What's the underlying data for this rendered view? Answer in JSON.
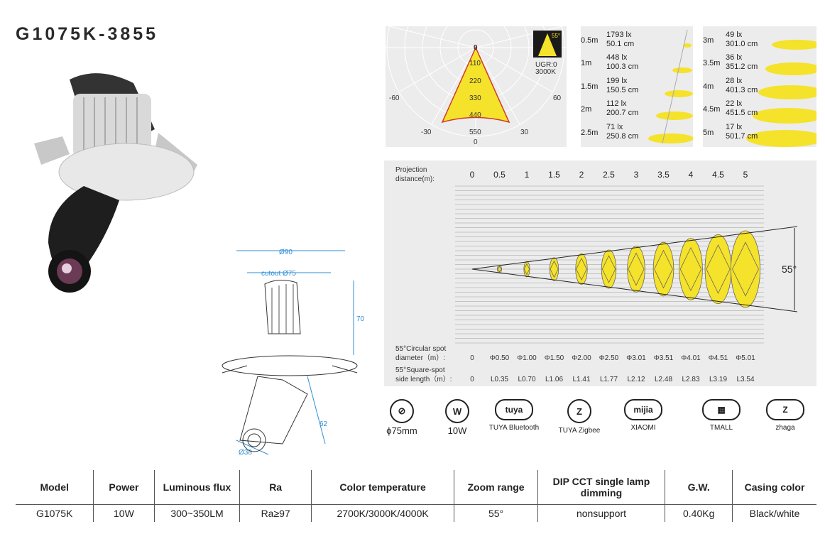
{
  "title": "G1075K-3855",
  "polar": {
    "beam_angle": "55°",
    "ugr": "UGR:0",
    "cct": "3000K",
    "rings": [
      "0",
      "110",
      "220",
      "330",
      "440",
      "550"
    ],
    "bottom_zero": "0",
    "angles": {
      "left60": "-60",
      "right60": "60",
      "left30": "-30",
      "right30": "30"
    }
  },
  "illuminance": [
    {
      "dist": "0.5m",
      "lx": "1793 lx",
      "cm": "50.1 cm"
    },
    {
      "dist": "1m",
      "lx": "448 lx",
      "cm": "100.3 cm"
    },
    {
      "dist": "1.5m",
      "lx": "199 lx",
      "cm": "150.5 cm"
    },
    {
      "dist": "2m",
      "lx": "112 lx",
      "cm": "200.7 cm"
    },
    {
      "dist": "2.5m",
      "lx": "71 lx",
      "cm": "250.8 cm"
    },
    {
      "dist": "3m",
      "lx": "49 lx",
      "cm": "301.0 cm"
    },
    {
      "dist": "3.5m",
      "lx": "36 lx",
      "cm": "351.2 cm"
    },
    {
      "dist": "4m",
      "lx": "28 lx",
      "cm": "401.3 cm"
    },
    {
      "dist": "4.5m",
      "lx": "22 lx",
      "cm": "451.5 cm"
    },
    {
      "dist": "5m",
      "lx": "17 lx",
      "cm": "501.7 cm"
    }
  ],
  "spot": {
    "proj_label1": "Projection",
    "proj_label2": "distance(m):",
    "distances": [
      "0",
      "0.5",
      "1",
      "1.5",
      "2",
      "2.5",
      "3",
      "3.5",
      "4",
      "4.5",
      "5"
    ],
    "angle_label": "55°",
    "circ_label1": "55°Circular spot",
    "circ_label2": "diameter（m）:",
    "circ_values": [
      "0",
      "Φ0.50",
      "Φ1.00",
      "Φ1.50",
      "Φ2.00",
      "Φ2.50",
      "Φ3.01",
      "Φ3.51",
      "Φ4.01",
      "Φ4.51",
      "Φ5.01"
    ],
    "sq_label1": "55°Square-spot",
    "sq_label2": "side length（m）:",
    "sq_values": [
      "0",
      "L0.35",
      "L0.70",
      "L1.06",
      "L1.41",
      "L1.77",
      "L2.12",
      "L2.48",
      "L2.83",
      "L3.19",
      "L3.54"
    ]
  },
  "drawing": {
    "dia90": "Ø90",
    "cutout": "cutout Ø75",
    "h70": "70",
    "l62": "62",
    "dia38": "Ø38"
  },
  "icons": [
    {
      "name": "cutout-icon",
      "glyph": "⊘",
      "caption": "ϕ75mm",
      "big": true
    },
    {
      "name": "watt-icon",
      "glyph": "W",
      "caption": "10W",
      "big": true
    },
    {
      "name": "tuya-bluetooth-icon",
      "glyph": "tuya",
      "caption": "TUYA Bluetooth",
      "big": false
    },
    {
      "name": "tuya-zigbee-icon",
      "glyph": "Z",
      "caption": "TUYA Zigbee",
      "big": false
    },
    {
      "name": "xiaomi-mijia-icon",
      "glyph": "mijia",
      "caption": "XIAOMI",
      "big": false
    },
    {
      "name": "tmall-icon",
      "glyph": "▦",
      "caption": "TMALL",
      "big": false
    },
    {
      "name": "zhaga-icon",
      "glyph": "Z",
      "caption": "zhaga",
      "big": false
    }
  ],
  "table": {
    "headers": [
      "Model",
      "Power",
      "Luminous flux",
      "Ra",
      "Color temperature",
      "Zoom range",
      "DIP CCT single lamp dimming",
      "G.W.",
      "Casing color"
    ],
    "row": [
      "G1075K",
      "10W",
      "300~350LM",
      "Ra≥97",
      "2700K/3000K/4000K",
      "55°",
      "nonsupport",
      "0.40Kg",
      "Black/white"
    ]
  },
  "colors": {
    "beam_yellow": "#f5e22a",
    "panel": "#ececec",
    "drawing_blue": "#2f8fd6",
    "red_outline": "#d23a2a"
  }
}
